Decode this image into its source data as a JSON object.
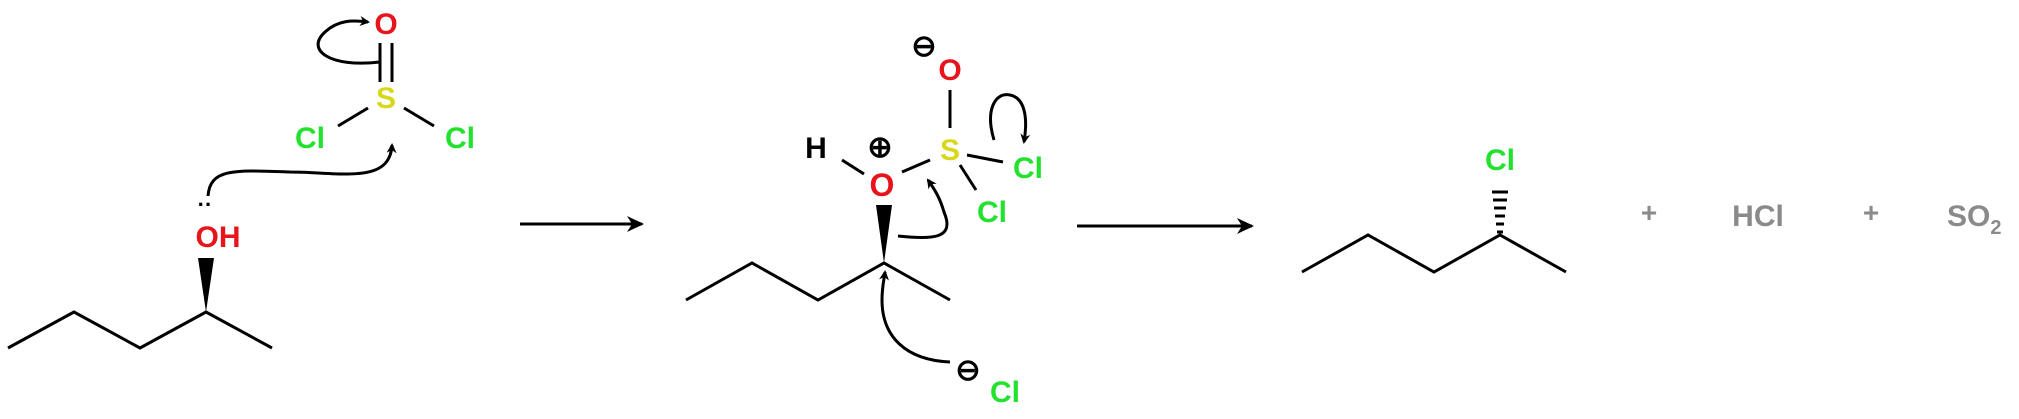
{
  "colors": {
    "bond": "#000000",
    "oxygen": "#e8141b",
    "sulfur": "#d8d81a",
    "chlorine": "#22e22e",
    "hydrogen": "#000000",
    "byproduct": "#8a8a8a"
  },
  "reactants": {
    "alcohol_oh": "OH",
    "thionyl_o": "O",
    "thionyl_s": "S",
    "thionyl_cl_left": "Cl",
    "thionyl_cl_right": "Cl"
  },
  "intermediate": {
    "h": "H",
    "o": "O",
    "o_charge": "⊕",
    "s": "S",
    "o_top": "O",
    "o_top_charge": "⊖",
    "cl_right": "Cl",
    "cl_lower": "Cl",
    "chloride": "Cl",
    "chloride_charge": "⊖"
  },
  "product": {
    "cl": "Cl",
    "plus1": "+",
    "hcl": "HCl",
    "plus2": "+",
    "so2_main": "SO",
    "so2_sub": "2"
  }
}
